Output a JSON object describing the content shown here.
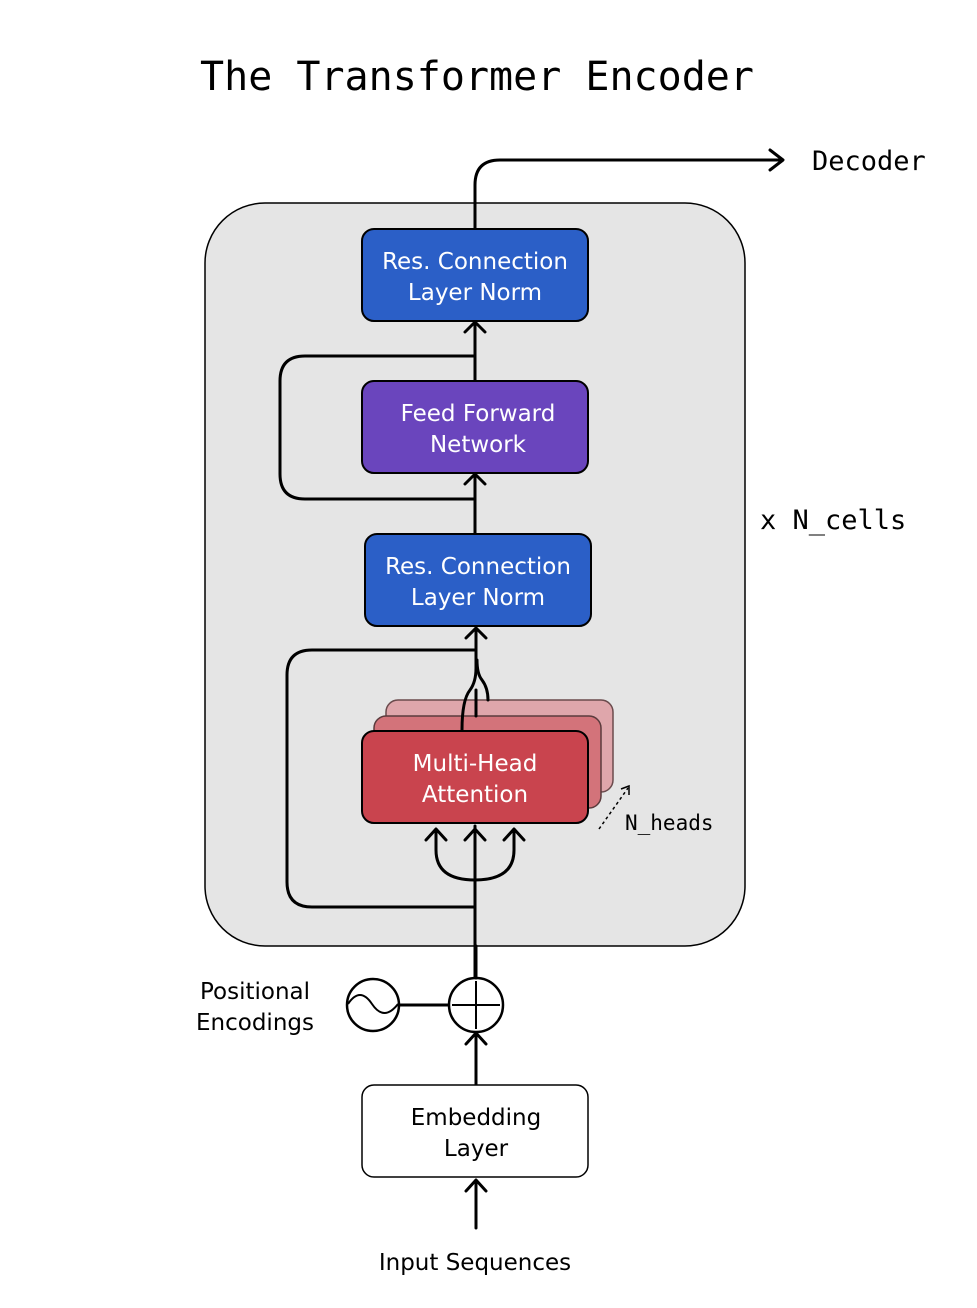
{
  "title": "The Transformer Encoder",
  "output_label": "Decoder",
  "repeat_label": "x N_cells",
  "heads_label": "N_heads",
  "colors": {
    "encoder_bg": "#e5e5e5",
    "res_norm": "#2b5fc7",
    "feed_forward": "#6a45bd",
    "attention": "#c9444e",
    "attention_shadow_1": "#d3737a",
    "attention_shadow_2": "#dfa6ab",
    "embedding": "#ffffff"
  },
  "blocks": {
    "res_norm_top": {
      "line1": "Res. Connection",
      "line2": "Layer Norm"
    },
    "feed_forward": {
      "line1": "Feed Forward",
      "line2": "Network"
    },
    "res_norm_bottom": {
      "line1": "Res. Connection",
      "line2": "Layer Norm"
    },
    "attention": {
      "line1": "Multi-Head",
      "line2": "Attention"
    },
    "embedding": {
      "line1": "Embedding",
      "line2": "Layer"
    }
  },
  "positional": {
    "line1": "Positional",
    "line2": "Encodings"
  },
  "input_label": "Input Sequences"
}
